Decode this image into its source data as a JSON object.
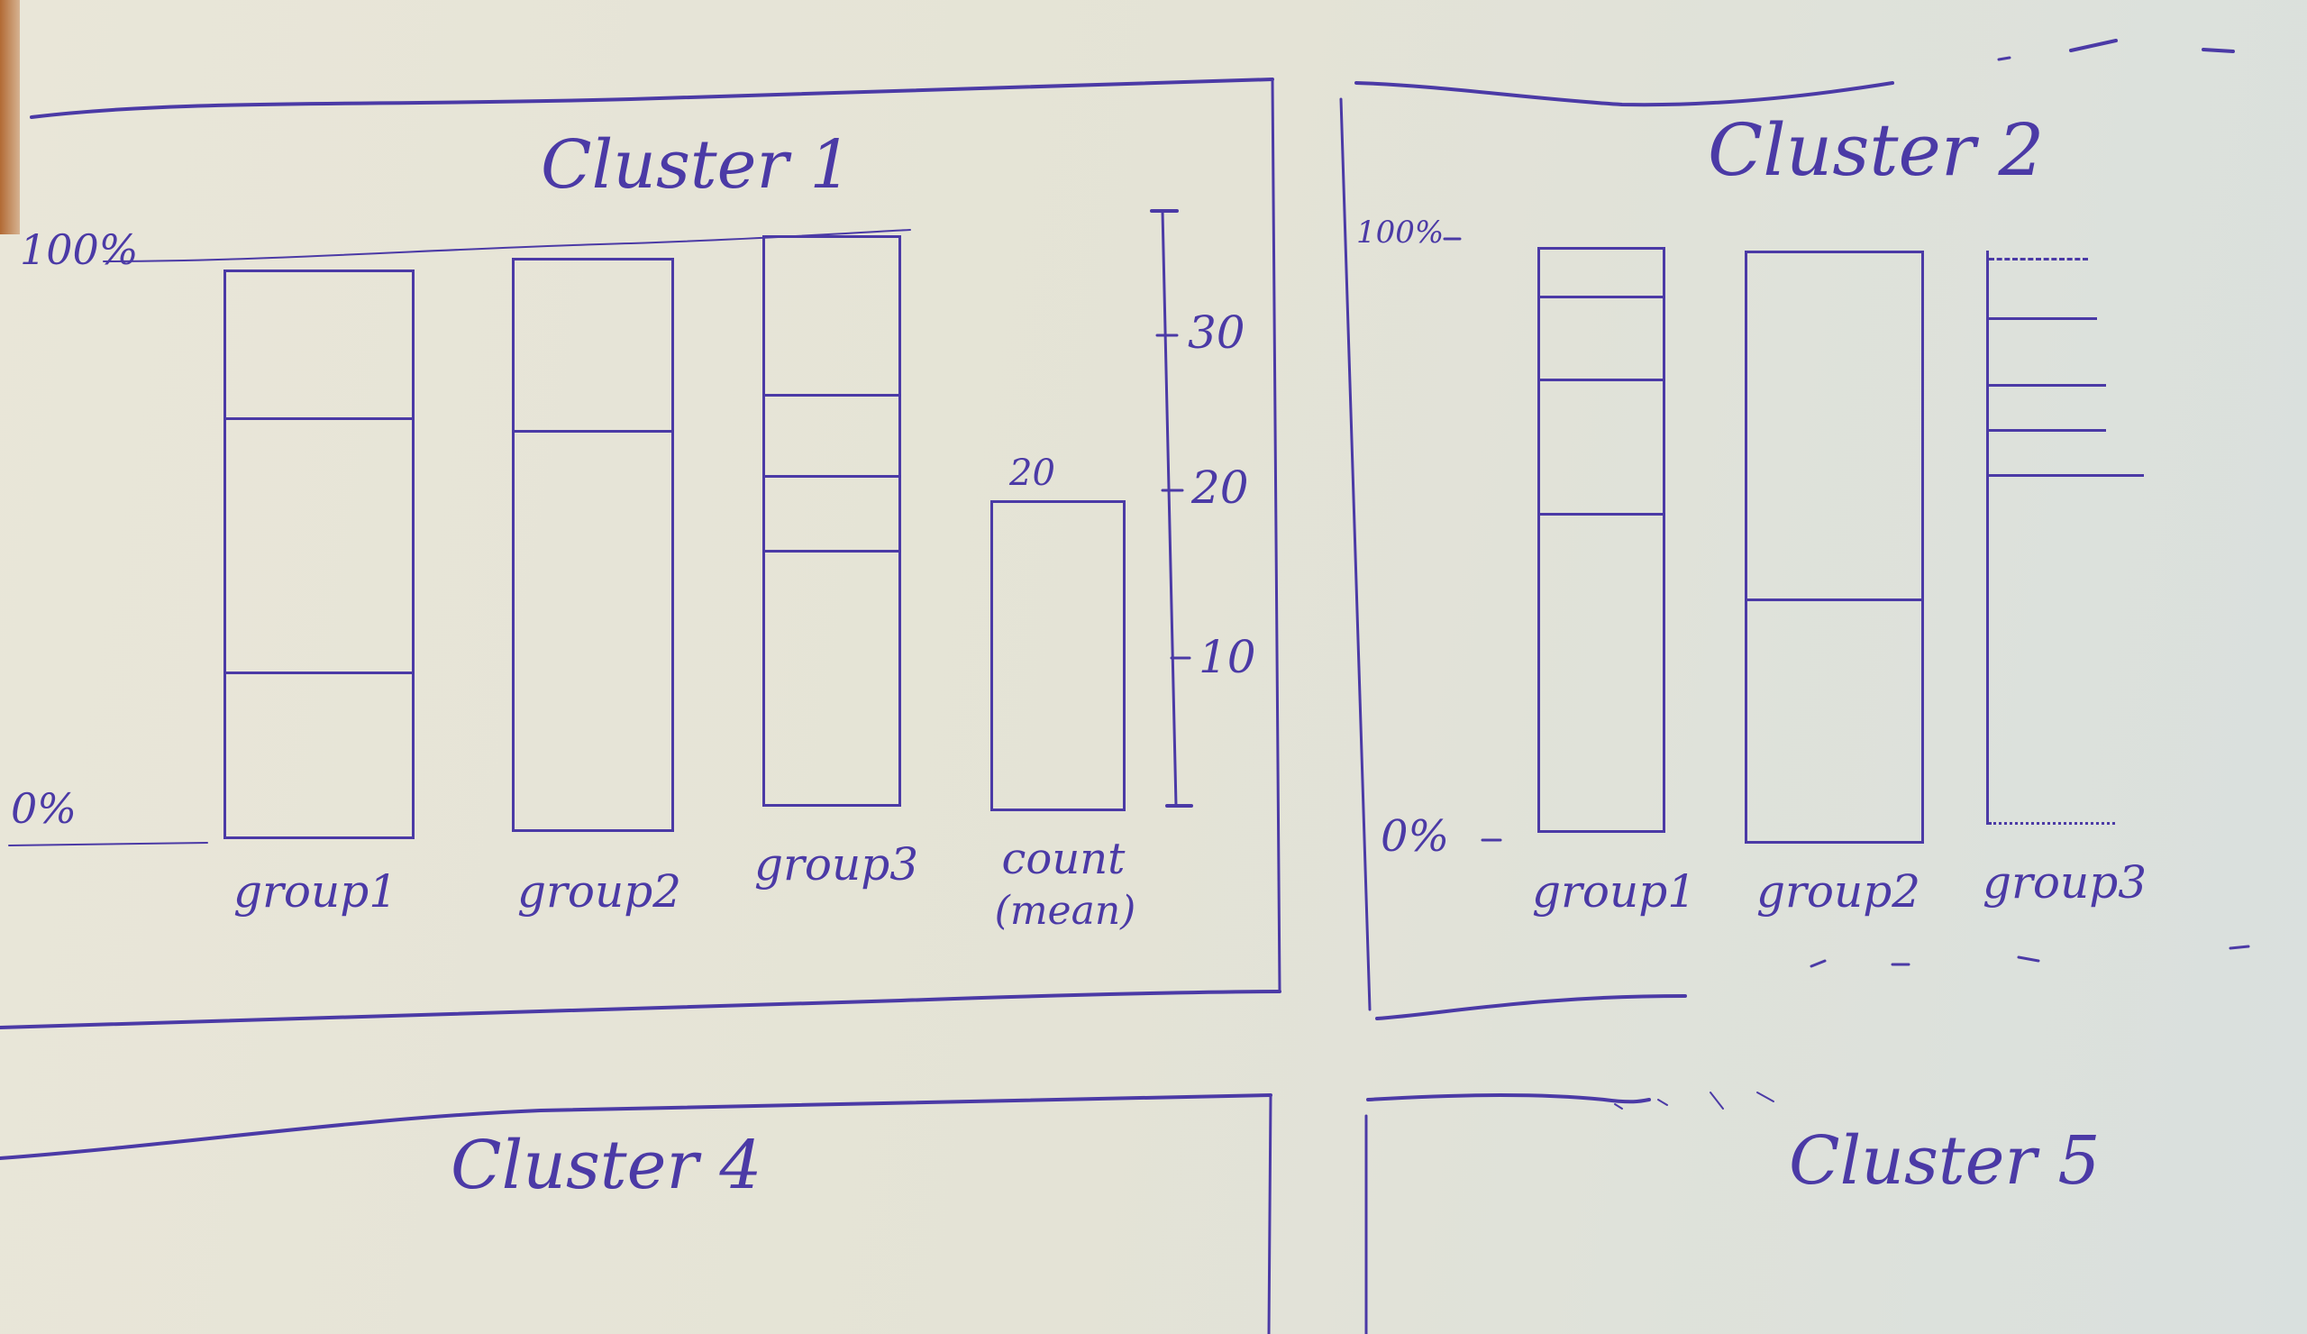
{
  "sketch": {
    "ink_color": "#4b3aa6",
    "paper_color": "#e6e4d7"
  },
  "clusters": [
    {
      "title": "Cluster 1",
      "y_axis_left": {
        "top_label": "100%",
        "bottom_label": "0%"
      },
      "bars": [
        {
          "label": "group1",
          "segments_pct": [
            26,
            45,
            29
          ]
        },
        {
          "label": "group2",
          "segments_pct": [
            30,
            70
          ]
        },
        {
          "label": "group3",
          "segments_pct": [
            28,
            14,
            13,
            45
          ]
        },
        {
          "label": "count",
          "sublabel": "(mean)",
          "value_label": "20",
          "value": 20
        }
      ],
      "y_axis_right": {
        "ticks": [
          "30",
          "20",
          "10"
        ],
        "range": [
          0,
          38
        ]
      }
    },
    {
      "title": "Cluster 2",
      "y_axis_left": {
        "top_label": "100%",
        "bottom_label": "0%"
      },
      "bars": [
        {
          "label": "group1",
          "segments_pct": [
            8,
            14,
            23,
            55
          ]
        },
        {
          "label": "group2",
          "segments_pct": [
            59,
            41
          ]
        },
        {
          "label": "group3",
          "note": "open / partially drawn"
        }
      ]
    },
    {
      "title": "Cluster 4"
    },
    {
      "title": "Cluster 5"
    }
  ],
  "chart_data": [
    {
      "type": "bar",
      "title": "Cluster 1",
      "categories": [
        "group1",
        "group2",
        "group3"
      ],
      "stacked_percent": true,
      "series_segments": {
        "group1": [
          26,
          45,
          29
        ],
        "group2": [
          30,
          70
        ],
        "group3": [
          28,
          14,
          13,
          45
        ]
      },
      "ylabel": "",
      "ylim": [
        0,
        100
      ],
      "y_tick_labels": [
        "0%",
        "100%"
      ],
      "secondary": {
        "category": "count (mean)",
        "value": 20,
        "axis_ticks": [
          10,
          20,
          30
        ],
        "axis_range": [
          0,
          38
        ]
      }
    },
    {
      "type": "bar",
      "title": "Cluster 2",
      "categories": [
        "group1",
        "group2",
        "group3"
      ],
      "stacked_percent": true,
      "series_segments": {
        "group1": [
          8,
          14,
          23,
          55
        ],
        "group2": [
          59,
          41
        ],
        "group3": [
          6,
          11,
          8,
          8,
          67
        ]
      },
      "ylim": [
        0,
        100
      ],
      "y_tick_labels": [
        "0%",
        "100%"
      ]
    },
    {
      "type": "bar",
      "title": "Cluster 4",
      "categories": []
    },
    {
      "type": "bar",
      "title": "Cluster 5",
      "categories": []
    }
  ]
}
